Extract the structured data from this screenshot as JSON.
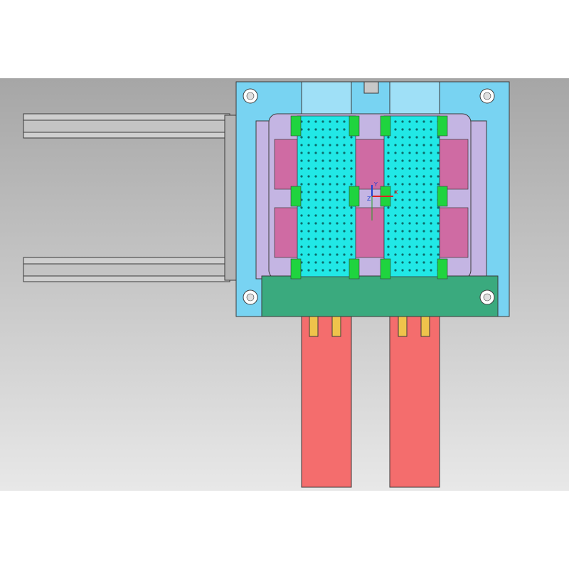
{
  "viewport": {
    "background_gradient": [
      "#a6a6a6",
      "#e8e8e8"
    ],
    "page_color": "#ffffff"
  },
  "axis_triad": {
    "y_label": "Y",
    "z_label": "Z",
    "x_label": "X"
  },
  "colors": {
    "outline": "#3a3a3a",
    "gray_rail": "#cfcfcf",
    "gray_plate": "#b4b4b4",
    "blue_plate": "#78d3f2",
    "blue_plate_light": "#9fe0f7",
    "cyan": "#21e8e6",
    "magenta": "#cf6ba3",
    "lavender": "#c4b5e3",
    "green": "#1fd43f",
    "teal_green": "#3aaa7e",
    "red_bar": "#f46d6d",
    "gold": "#efc34b",
    "axis_red": "#e02020",
    "axis_blue": "#2040d0",
    "axis_green": "#20a020"
  },
  "icons": [
    "bolt-hole-icon",
    "axis-triad-icon"
  ]
}
